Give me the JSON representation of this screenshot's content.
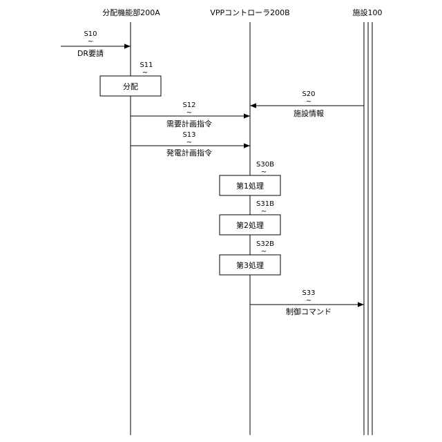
{
  "lanes": {
    "allocation": "分配機能部200A",
    "vpp": "VPPコントローラ200B",
    "facility": "施設100"
  },
  "steps": {
    "s10": {
      "id": "S10",
      "label": "DR要請"
    },
    "s11": {
      "id": "S11",
      "label": "分配"
    },
    "s12": {
      "id": "S12",
      "label": "需要計画指令"
    },
    "s13": {
      "id": "S13",
      "label": "発電計画指令"
    },
    "s20": {
      "id": "S20",
      "label": "施設情報"
    },
    "s30b": {
      "id": "S30B",
      "label": "第1処理"
    },
    "s31b": {
      "id": "S31B",
      "label": "第2処理"
    },
    "s32b": {
      "id": "S32B",
      "label": "第3処理"
    },
    "s33": {
      "id": "S33",
      "label": "制御コマンド"
    }
  },
  "wave_glyph": "~"
}
